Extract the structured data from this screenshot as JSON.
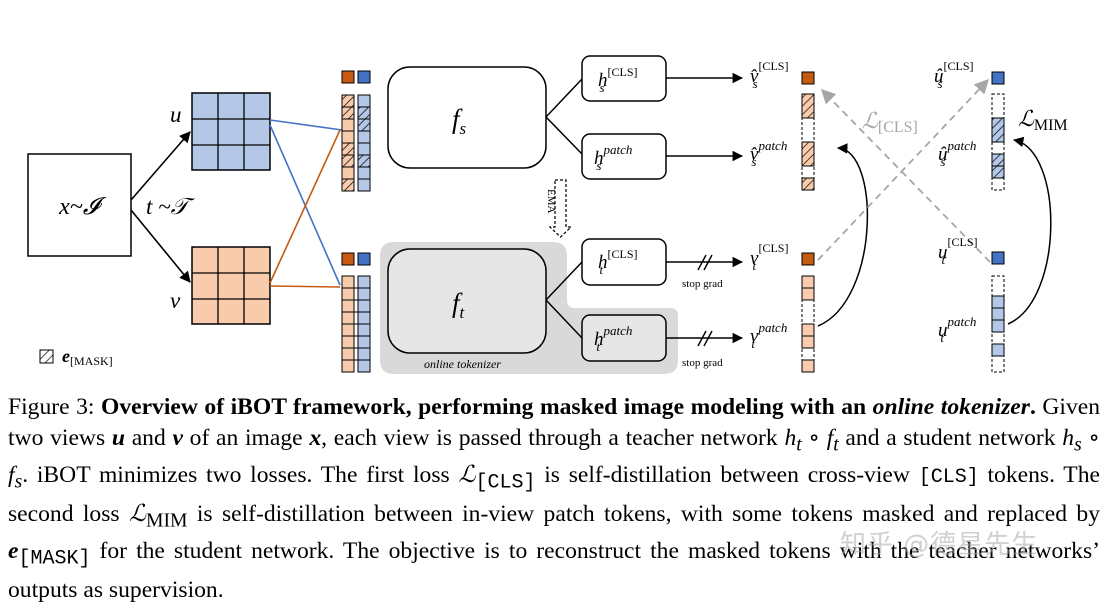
{
  "diagram": {
    "input_label": "x~𝓘",
    "transform_label": "t ~𝒯",
    "view_u": "u",
    "view_v": "v",
    "student_network": "f",
    "student_sub": "s",
    "teacher_network": "f",
    "teacher_sub": "t",
    "ema_label": "EMA",
    "online_tokenizer_label": "online tokenizer",
    "head_student_cls": {
      "base": "h",
      "sub": "s",
      "sup": "[CLS]"
    },
    "head_student_patch": {
      "base": "h",
      "sub": "s",
      "sup": "patch"
    },
    "head_teacher_cls": {
      "base": "h",
      "sub": "t",
      "sup": "[CLS]"
    },
    "head_teacher_patch": {
      "base": "h",
      "sub": "t",
      "sup": "patch"
    },
    "out_student_cls": {
      "base": "v̂",
      "sub": "s",
      "sup": "[CLS]"
    },
    "out_student_patch": {
      "base": "v̂",
      "sub": "s",
      "sup": "patch"
    },
    "out_teacher_cls": {
      "base": "v",
      "sub": "t",
      "sup": "[CLS]"
    },
    "out_teacher_patch": {
      "base": "v",
      "sub": "t",
      "sup": "patch"
    },
    "out_u_student_cls": {
      "base": "û",
      "sub": "s",
      "sup": "[CLS]"
    },
    "out_u_student_patch": {
      "base": "û",
      "sub": "s",
      "sup": "patch"
    },
    "out_u_teacher_cls": {
      "base": "u",
      "sub": "t",
      "sup": "[CLS]"
    },
    "out_u_teacher_patch": {
      "base": "u",
      "sub": "t",
      "sup": "patch"
    },
    "stop_grad_1": "stop grad",
    "stop_grad_2": "stop grad",
    "loss_cls": {
      "base": "ℒ",
      "sub": "[CLS]"
    },
    "loss_mim": {
      "base": "ℒ",
      "sub": "MIM"
    },
    "mask_legend": {
      "base": "e",
      "sub": "[MASK]"
    },
    "colors": {
      "blue": "#4472c4",
      "blue_fill": "#b4c7e7",
      "orange": "#c55a11",
      "orange_fill": "#f8cbad",
      "gray_box": "#d9d9d9",
      "gray_arrow": "#a6a6a6"
    }
  },
  "caption": {
    "prefix": "Figure 3: ",
    "title_a": "Overview of iBOT framework, performing masked image modeling with an ",
    "title_online": "online",
    "title_b": "tokenizer",
    "title_end": ".",
    "s1a": " Given two views ",
    "u": "u",
    "and": " and ",
    "v": "v",
    "s1b": " of an image ",
    "x": "x",
    "s1c": ", each view is passed through a teacher network",
    "ht": "h",
    "ht_sub": "t",
    "circ1": " ∘ ",
    "ft": "f",
    "ft_sub": "t",
    "s2a": " and a student network ",
    "hs": "h",
    "hs_sub": "s",
    "circ2": " ∘ ",
    "fs": "f",
    "fs_sub": "s",
    "s2b": ". iBOT minimizes two losses. The first loss ",
    "lcls": "ℒ",
    "lcls_sub": "[CLS]",
    "s2c": " is self-distillation between cross-view ",
    "cls_tok": "[CLS]",
    "s3a": " tokens. The second loss ",
    "lmim": "ℒ",
    "lmim_sub": "MIM",
    "s3b": " is self-distillation between in-view patch tokens, with some tokens masked and replaced by ",
    "emask": "e",
    "emask_sub": "[MASK]",
    "s3c": " for the student network. The objective is to reconstruct the masked tokens with the teacher networks’ outputs as supervision."
  },
  "watermark": "知乎 @德星先生"
}
